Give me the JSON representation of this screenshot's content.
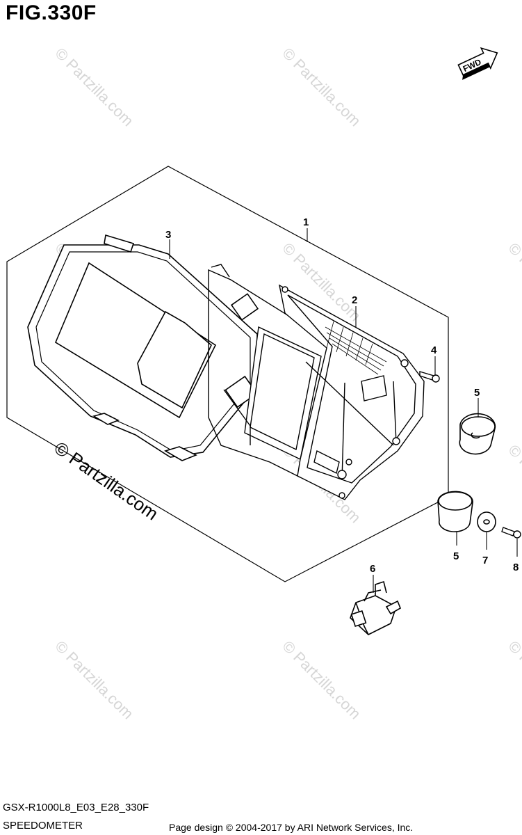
{
  "figure": {
    "title": "FIG.330F",
    "fwd_label": "FWD"
  },
  "callouts": [
    {
      "id": "1",
      "label": "1"
    },
    {
      "id": "2",
      "label": "2"
    },
    {
      "id": "3",
      "label": "3"
    },
    {
      "id": "4",
      "label": "4"
    },
    {
      "id": "5a",
      "label": "5"
    },
    {
      "id": "5b",
      "label": "5"
    },
    {
      "id": "6",
      "label": "6"
    },
    {
      "id": "7",
      "label": "7"
    },
    {
      "id": "8",
      "label": "8"
    }
  ],
  "watermark": {
    "text": "© Partzilla.com"
  },
  "footer": {
    "model_code": "GSX-R1000L8_E03_E28_330F",
    "section_name": "SPEEDOMETER",
    "copyright": "Page design © 2004-2017 by ARI Network Services, Inc."
  },
  "colors": {
    "line": "#000000",
    "watermark": "#d6d6d6",
    "background": "#ffffff"
  }
}
